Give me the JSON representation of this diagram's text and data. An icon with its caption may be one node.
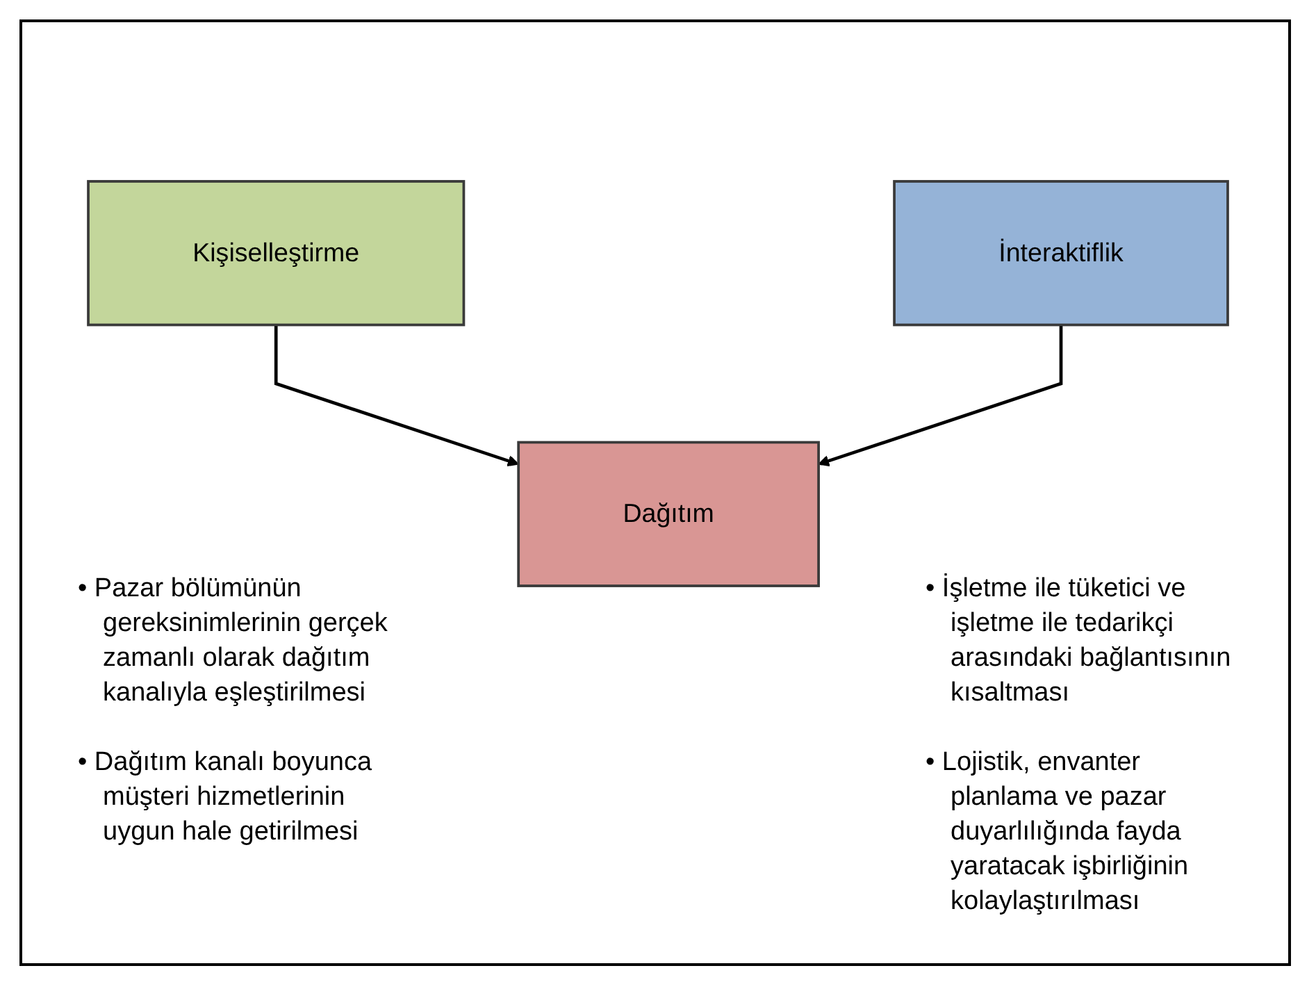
{
  "diagram": {
    "nodes": [
      {
        "text": [
          "Kişiselleştirme"
        ],
        "beside": [
          "• Pazar bölümünün gereksinimlerinin gerçek zamanlı olarak dağıtım kanalıyla eşleştirilmesi",
          "• Dağıtım kanalı boyunca müşteri hizmetlerinin uygun hale getirilmesi"
        ]
      },
      {
        "text": [
          "İnteraktiflik"
        ],
        "beside": [
          "• İşletme ile tüketici ve işletme ile tedarikçi arasındaki bağlantısının kısaltması",
          "• Lojistik, envanter planlama ve pazar duyarlılığında fayda yaratacak işbirliğinin kolaylaştırılması"
        ]
      },
      {
        "text": [
          "Dağıtım"
        ]
      }
    ],
    "edges": [
      {
        "from": 0,
        "to": 2,
        "arrow": "to"
      },
      {
        "from": 1,
        "to": 2,
        "arrow": "to"
      }
    ]
  }
}
